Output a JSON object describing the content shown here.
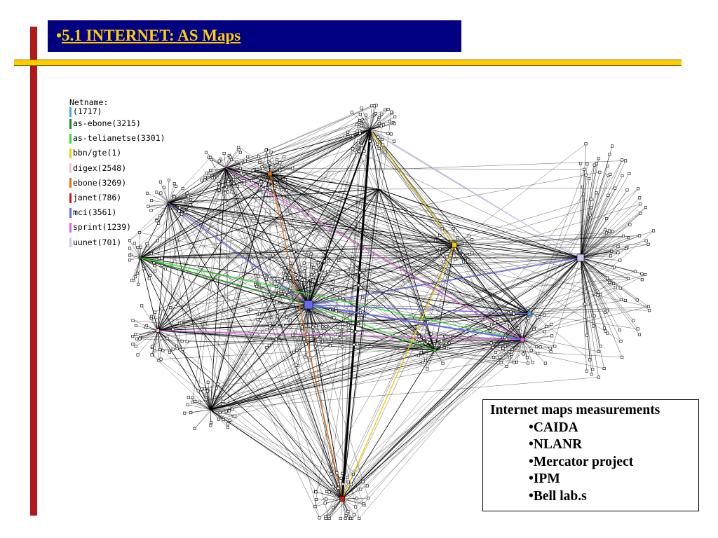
{
  "slide": {
    "title_bullet": "•",
    "title": "5.1 INTERNET: AS Maps"
  },
  "legend": {
    "header": "Netname:",
    "items": [
      {
        "label": "(1717)",
        "color": "#4aa8e8"
      },
      {
        "label": "as-ebone(3215)",
        "color": "#139113"
      },
      {
        "label": "as-telianetse(3301)",
        "color": "#33dd33"
      },
      {
        "label": "bbn/gte(1)",
        "color": "#f2cc00"
      },
      {
        "label": "digex(2548)",
        "color": "#f4c4c8"
      },
      {
        "label": "ebone(3269)",
        "color": "#e87010"
      },
      {
        "label": "janet(786)",
        "color": "#d01818"
      },
      {
        "label": "mci(3561)",
        "color": "#6a6aee"
      },
      {
        "label": "sprint(1239)",
        "color": "#e060e0"
      },
      {
        "label": "uunet(701)",
        "color": "#c8c8f0"
      }
    ]
  },
  "info": {
    "heading": "Internet maps measurements",
    "bullet": "•",
    "items": [
      "CAIDA",
      "NLANR",
      "Mercator project",
      "IPM",
      "Bell lab.s"
    ]
  },
  "colors": {
    "title_bg": "#000080",
    "title_text": "#ffcc00",
    "left_bar": "#b21a1a",
    "rule": "#ffcc00"
  }
}
